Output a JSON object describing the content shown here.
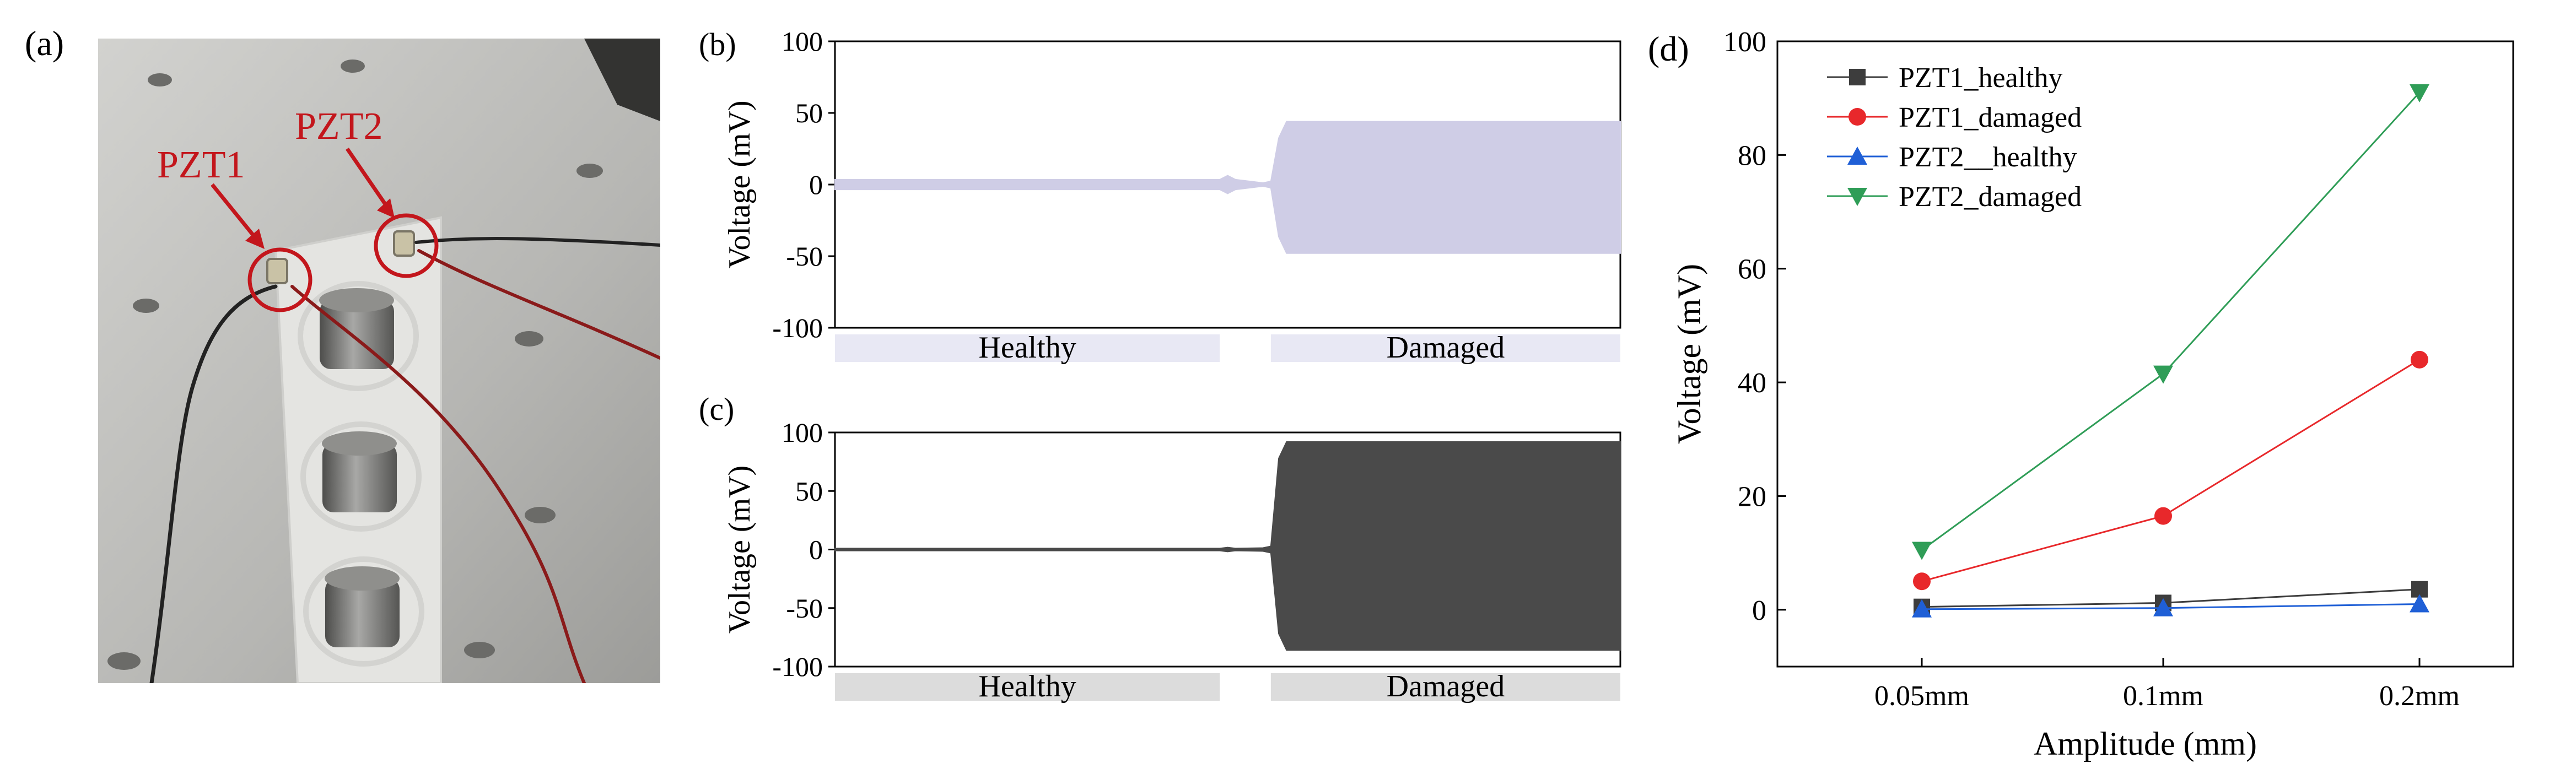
{
  "panel_labels": {
    "a": "(a)",
    "b": "(b)",
    "c": "(c)",
    "d": "(d)"
  },
  "photo": {
    "labels": [
      "PZT1",
      "PZT2"
    ],
    "colors": {
      "annotation": "#c3161c",
      "background": "#b9b9b6",
      "plate": "#e6e6e4",
      "bolt": "#6d6d6b"
    }
  },
  "chart_data": [
    {
      "id": "b",
      "type": "area",
      "ylabel": "Voltage (mV)",
      "ylim": [
        -100,
        100
      ],
      "yticks": [
        100,
        50,
        0,
        -50,
        -100
      ],
      "fill_color": "#cfcde6",
      "regions": [
        "Healthy",
        "Damaged"
      ],
      "region_bar_color": "#e8e8f4",
      "envelope": {
        "healthy_amplitude": 3.5,
        "damaged_amplitude_top": 44,
        "damaged_amplitude_bottom": -48
      }
    },
    {
      "id": "c",
      "type": "area",
      "ylabel": "Voltage (mV)",
      "ylim": [
        -100,
        100
      ],
      "yticks": [
        100,
        50,
        0,
        -50,
        -100
      ],
      "fill_color": "#4a4a4a",
      "regions": [
        "Healthy",
        "Damaged"
      ],
      "region_bar_color": "#dcdcdc",
      "envelope": {
        "healthy_amplitude": 1,
        "damaged_amplitude_top": 92,
        "damaged_amplitude_bottom": -86
      }
    },
    {
      "id": "d",
      "type": "line",
      "xlabel": "Amplitude (mm)",
      "ylabel": "Voltage (mV)",
      "categories": [
        "0.05mm",
        "0.1mm",
        "0.2mm"
      ],
      "ylim": [
        -10,
        100
      ],
      "yticks": [
        0,
        20,
        40,
        60,
        80,
        100
      ],
      "legend_position": "top-left",
      "series": [
        {
          "name": "PZT1_healthy",
          "color": "#3d3d3d",
          "marker": "square",
          "values": [
            0.5,
            1.2,
            3.6
          ]
        },
        {
          "name": "PZT1_damaged",
          "color": "#e8282b",
          "marker": "circle",
          "values": [
            5,
            16.5,
            44
          ]
        },
        {
          "name": "PZT2__healthy",
          "color": "#1f5fd6",
          "marker": "triangle",
          "values": [
            0.1,
            0.3,
            1
          ]
        },
        {
          "name": "PZT2_damaged",
          "color": "#2f9d57",
          "marker": "triangle-down",
          "values": [
            10.5,
            41.5,
            91
          ]
        }
      ]
    }
  ]
}
